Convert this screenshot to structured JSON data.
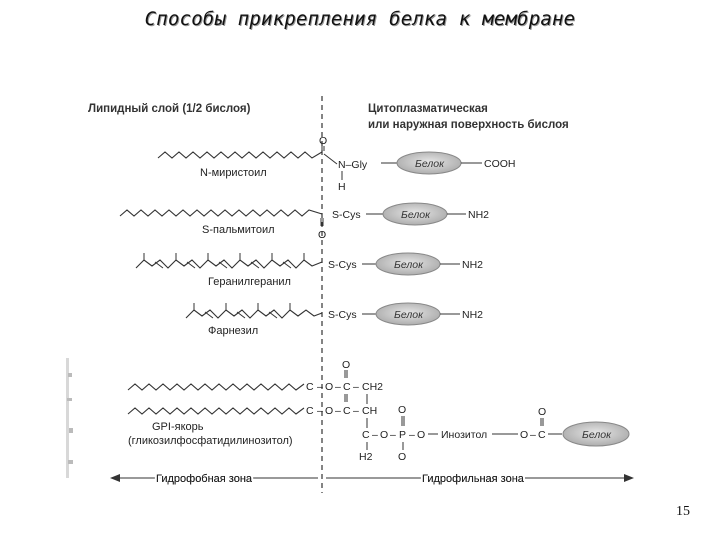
{
  "slide": {
    "title": "Способы прикрепления белка к мембране",
    "page_number": "15"
  },
  "diagram": {
    "header_left": "Липидный слой (1/2 бислоя)",
    "header_right_line1": "Цитоплазматическая",
    "header_right_line2": "или наружная поверхность бислоя",
    "protein_label": "Белок",
    "rows": [
      {
        "name": "N-миристоил",
        "link": "N–Gly",
        "terminus": "COOH",
        "atom_below": "H",
        "atom_above": "O"
      },
      {
        "name": "S-пальмитоил",
        "link": "S-Cys",
        "terminus": "NH2",
        "atom_below": "O"
      },
      {
        "name": "Геранилгеранил",
        "link": "S-Cys",
        "terminus": "NH2"
      },
      {
        "name": "Фарнезил",
        "link": "S-Cys",
        "terminus": "NH2"
      }
    ],
    "gpi": {
      "name_line1": "GPI-якорь",
      "name_line2": "(гликозилфосфатидилинозитол)",
      "atom_C": "C",
      "atom_O": "O",
      "atom_P": "P",
      "atom_CH": "CH",
      "atom_CH2": "CH2",
      "atom_H2": "H2",
      "atom_dash": "–",
      "inositol": "Инозитол"
    },
    "zones": {
      "hydrophobic": "Гидрофобная зона",
      "hydrophilic": "Гидрофильная зона"
    }
  },
  "colors": {
    "protein_fill": "#c4c4c4",
    "line": "#333333"
  }
}
